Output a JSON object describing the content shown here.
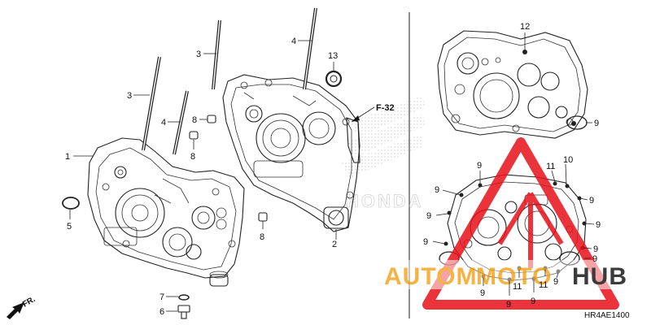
{
  "diagram": {
    "diagram_code": "HR4AE1400",
    "reference_label": "F-32",
    "direction_label": "FR.",
    "watermark": {
      "text_left": "AUTOM",
      "text_mid": "MOTO",
      "text_right": "HUB",
      "color_red": "#e8101a",
      "color_orange": "#f5a623",
      "color_dark": "#1a1a1a"
    },
    "callouts": {
      "c1": "1",
      "c2": "2",
      "c3a": "3",
      "c3b": "3",
      "c4a": "4",
      "c4b": "4",
      "c5": "5",
      "c6": "6",
      "c7": "7",
      "c8a": "8",
      "c8b": "8",
      "c8c": "8",
      "c9a": "9",
      "c9b": "9",
      "c9c": "9",
      "c9d": "9",
      "c9e": "9",
      "c9f": "9",
      "c9g": "9",
      "c9h": "9",
      "c9i": "9",
      "c9j": "9",
      "c9k": "9",
      "c9l": "9",
      "c9m": "9",
      "c10": "10",
      "c11a": "11",
      "c11b": "11",
      "c11c": "11",
      "c12": "12",
      "c13": "13"
    }
  }
}
